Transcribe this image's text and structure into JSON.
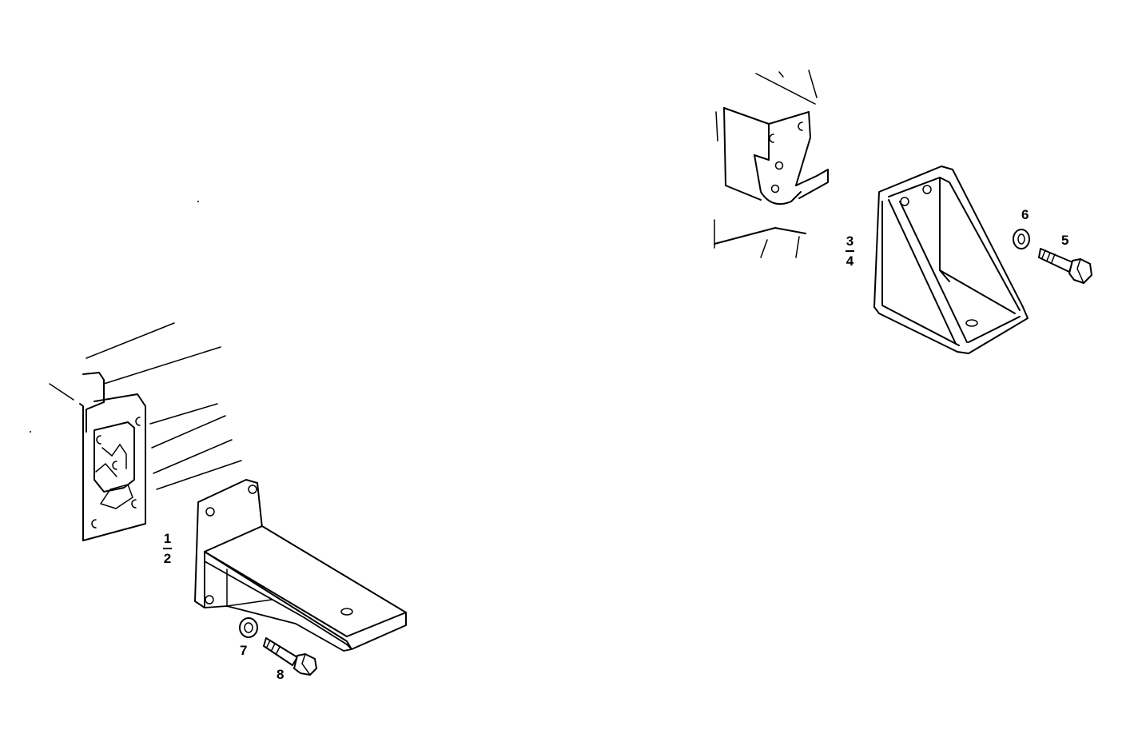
{
  "diagram": {
    "callouts": [
      {
        "id": "1-2",
        "numerator": "1",
        "denominator": "2"
      },
      {
        "id": "3-4",
        "numerator": "3",
        "denominator": "4"
      },
      {
        "id": "5",
        "text": "5"
      },
      {
        "id": "6",
        "text": "6"
      },
      {
        "id": "7",
        "text": "7"
      },
      {
        "id": "8",
        "text": "8"
      }
    ]
  }
}
